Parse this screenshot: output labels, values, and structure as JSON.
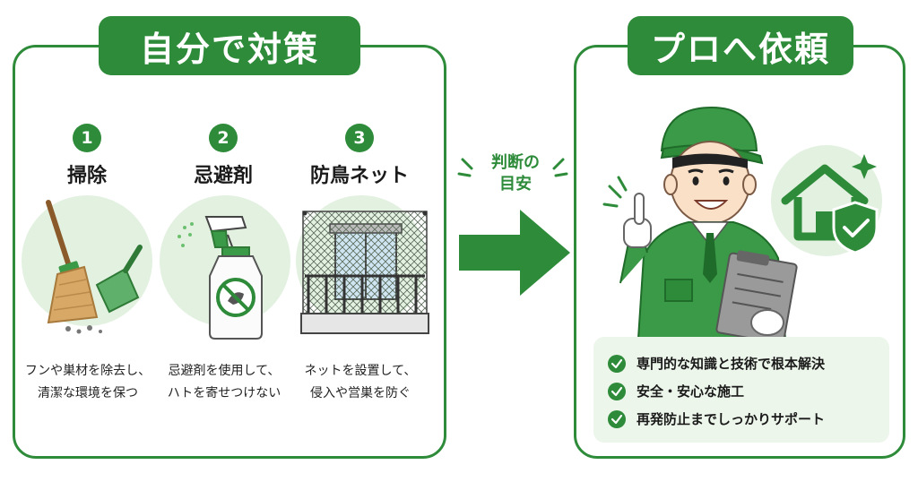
{
  "left_panel": {
    "title": "自分で対策",
    "steps": [
      {
        "number": "1",
        "label": "掃除",
        "desc_lines": [
          "フンや巣材を除去し、",
          "清潔な環境を保つ"
        ],
        "icon": "broom-dustpan-icon"
      },
      {
        "number": "2",
        "label": "忌避剤",
        "desc_lines": [
          "忌避剤を使用して、",
          "ハトを寄せつけない"
        ],
        "icon": "spray-bottle-icon"
      },
      {
        "number": "3",
        "label": "防鳥ネット",
        "desc_lines": [
          "ネットを設置して、",
          "侵入や営巣を防ぐ"
        ],
        "icon": "balcony-net-icon"
      }
    ]
  },
  "middle": {
    "lines": [
      "判断の",
      "目安"
    ],
    "icon": "right-arrow-icon"
  },
  "right_panel": {
    "title": "プロへ依頼",
    "worker_icon": "worker-with-clipboard-icon",
    "badge_icon": "house-shield-icon",
    "checks": [
      "専門的な知識と技術で根本解決",
      "安全・安心な施工",
      "再発防止までしっかりサポート"
    ]
  },
  "colors": {
    "accent": "#2e8b3a",
    "light_green": "#e3f1e1",
    "check_bg": "#edf6eb"
  }
}
